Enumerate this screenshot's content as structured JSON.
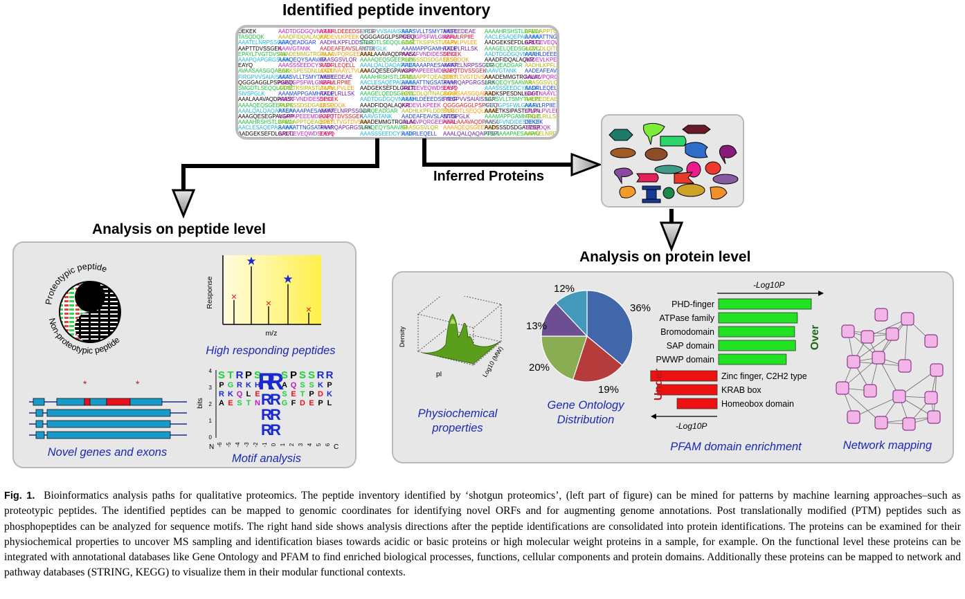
{
  "title": "Identified peptide inventory",
  "inferred_label": "Inferred Proteins",
  "peptide_heading": "Analysis on peptide level",
  "protein_heading": "Analysis on protein level",
  "peptide_panel": {
    "proteotypic_top": "Proteotypic peptide",
    "proteotypic_bottom": "Non-proteotypic peptide",
    "high_resp_caption": "High responding peptides",
    "response_label": "Response",
    "mz_label": "m/z",
    "novel_caption": "Novel genes and exons",
    "motif_caption": "Motif analysis",
    "motif_bits": "bits",
    "motif_n": "N",
    "motif_c": "C",
    "motif_ticks": [
      "-6",
      "-5",
      "-4",
      "-3",
      "-2",
      "-1",
      "0",
      "1",
      "2",
      "3",
      "4",
      "5",
      "6"
    ],
    "motif_yticks": [
      "4",
      "3",
      "2",
      "1",
      "0"
    ]
  },
  "protein_panel": {
    "physio_caption": "Physiochemical\nproperties",
    "physio_density": "Density",
    "physio_pi": "pI",
    "physio_mw": "Log10 (MW)",
    "go_caption": "Gene Ontology\nDistribution",
    "pfam_caption": "PFAM domain enrichment",
    "pfam_axis": "-Log10P",
    "pfam_over": "Over",
    "pfam_under": "Under",
    "network_caption": "Network mapping"
  },
  "chart_data": [
    {
      "type": "pie",
      "title": "Gene Ontology Distribution",
      "categories": [
        "36%",
        "19%",
        "20%",
        "13%",
        "12%"
      ],
      "values": [
        36,
        19,
        20,
        13,
        12
      ],
      "colors": [
        "#4266aa",
        "#b63b3b",
        "#8aac52",
        "#6b4f92",
        "#4399ba"
      ]
    },
    {
      "type": "bar",
      "title": "PFAM domain enrichment",
      "xlabel": "-Log10P",
      "series": [
        {
          "name": "Over",
          "categories": [
            "PHD-finger",
            "ATPase family",
            "Bromodomain",
            "SAP domain",
            "PWWP domain"
          ],
          "values": [
            1.0,
            0.85,
            0.82,
            0.83,
            0.73
          ],
          "color": "#22e022"
        },
        {
          "name": "Under",
          "categories": [
            "Zinc finger, C2H2 type",
            "KRAB box",
            "Homeobox domain"
          ],
          "values": [
            0.78,
            0.7,
            0.47
          ],
          "color": "#ee1111"
        }
      ]
    },
    {
      "type": "scatter",
      "title": "High responding peptides",
      "xlabel": "m/z",
      "ylabel": "Response",
      "series": [
        {
          "name": "",
          "x": [
            1,
            2,
            3,
            4,
            5
          ],
          "y": [
            0.45,
            1.0,
            0.35,
            0.72,
            0.25
          ]
        }
      ]
    }
  ],
  "peptides": [
    "DEKEK",
    "TASQDQK",
    "AAATELNRPSSGDR",
    "AAPTTDVSSGEK",
    "EPAYLTVGTDVSAK",
    "AAAPQAPGRGSLRK",
    "EAYQ",
    "AVAASAASGQAEGK",
    "FIRGPVVSAIAISSGR",
    "QGGGAGGLPSPGEQELSR",
    "SMGDTLSEQQLGDSDIPVIVYR",
    "SIVSPGLK",
    "AAALAAAVAQDPAASGAPSS",
    "AAAAQEQSGEEPLPK",
    "AAALQALQAQAPTSPPPPPPLK",
    "AAAGQESEGPAVGPPQPLGK",
    "AAAAHRSHSTLDFMLGAKADGETILK",
    "AACLESAQEPAGAWGNK",
    "AADGEKSEFDLGRLTLER",
    "AAAGELQEDSGLCVLAR",
    "AADTDGDGQVNYEEFVR",
    "AAADFIDQALAQKR",
    "AAAQEADGAR",
    "AAAVGTANK",
    "AAADEMMGTRGALAGQPK",
    "AAAQEQYSAAVAR",
    "AAASSSEEDCYSLSK",
    "AADKSPESDNLLDGTK",
    "AAASVLLTSMYTMEPGLLFQK",
    "AAATGPSFWLGNEFLK",
    "AAAETKSIPASTLTLPVAEK",
    "AAAMAPPGAMHTKLEMGNPK",
    "AAEAFVNDIDESSPCFEWHER",
    "AADSSSDSDGAEESPAEPGAPR",
    "AAEAAAAPAESAAPAAGEEPSK",
    "AAAPAPEEEMDECEQALAAEPK",
    "AAEAAPPTQEAQGETEPTEQAPDALEQAADTK",
    "AAAAATTNGSATPVVVAR",
    "AADCEVEQWDSDEPIPAK",
    "AADCDLQITNACDGSKETR",
    "AAAHLDEEEDSEYEIR",
    "AADEVLKPEEK",
    "AADHLKPFLDDSTLR",
    "AADEAFEAVSLANTDLLDEK",
    "AAAAVPQRGEEPERLQR",
    "AAASGSVLQR",
    "AADRLEQELL",
    "AADLNAAYLTVLGN",
    "AAEEEDEAE",
    "AAAVLRPIIE",
    "AAAVLPVLEE",
    "AADPLRLLSK"
  ]
}
